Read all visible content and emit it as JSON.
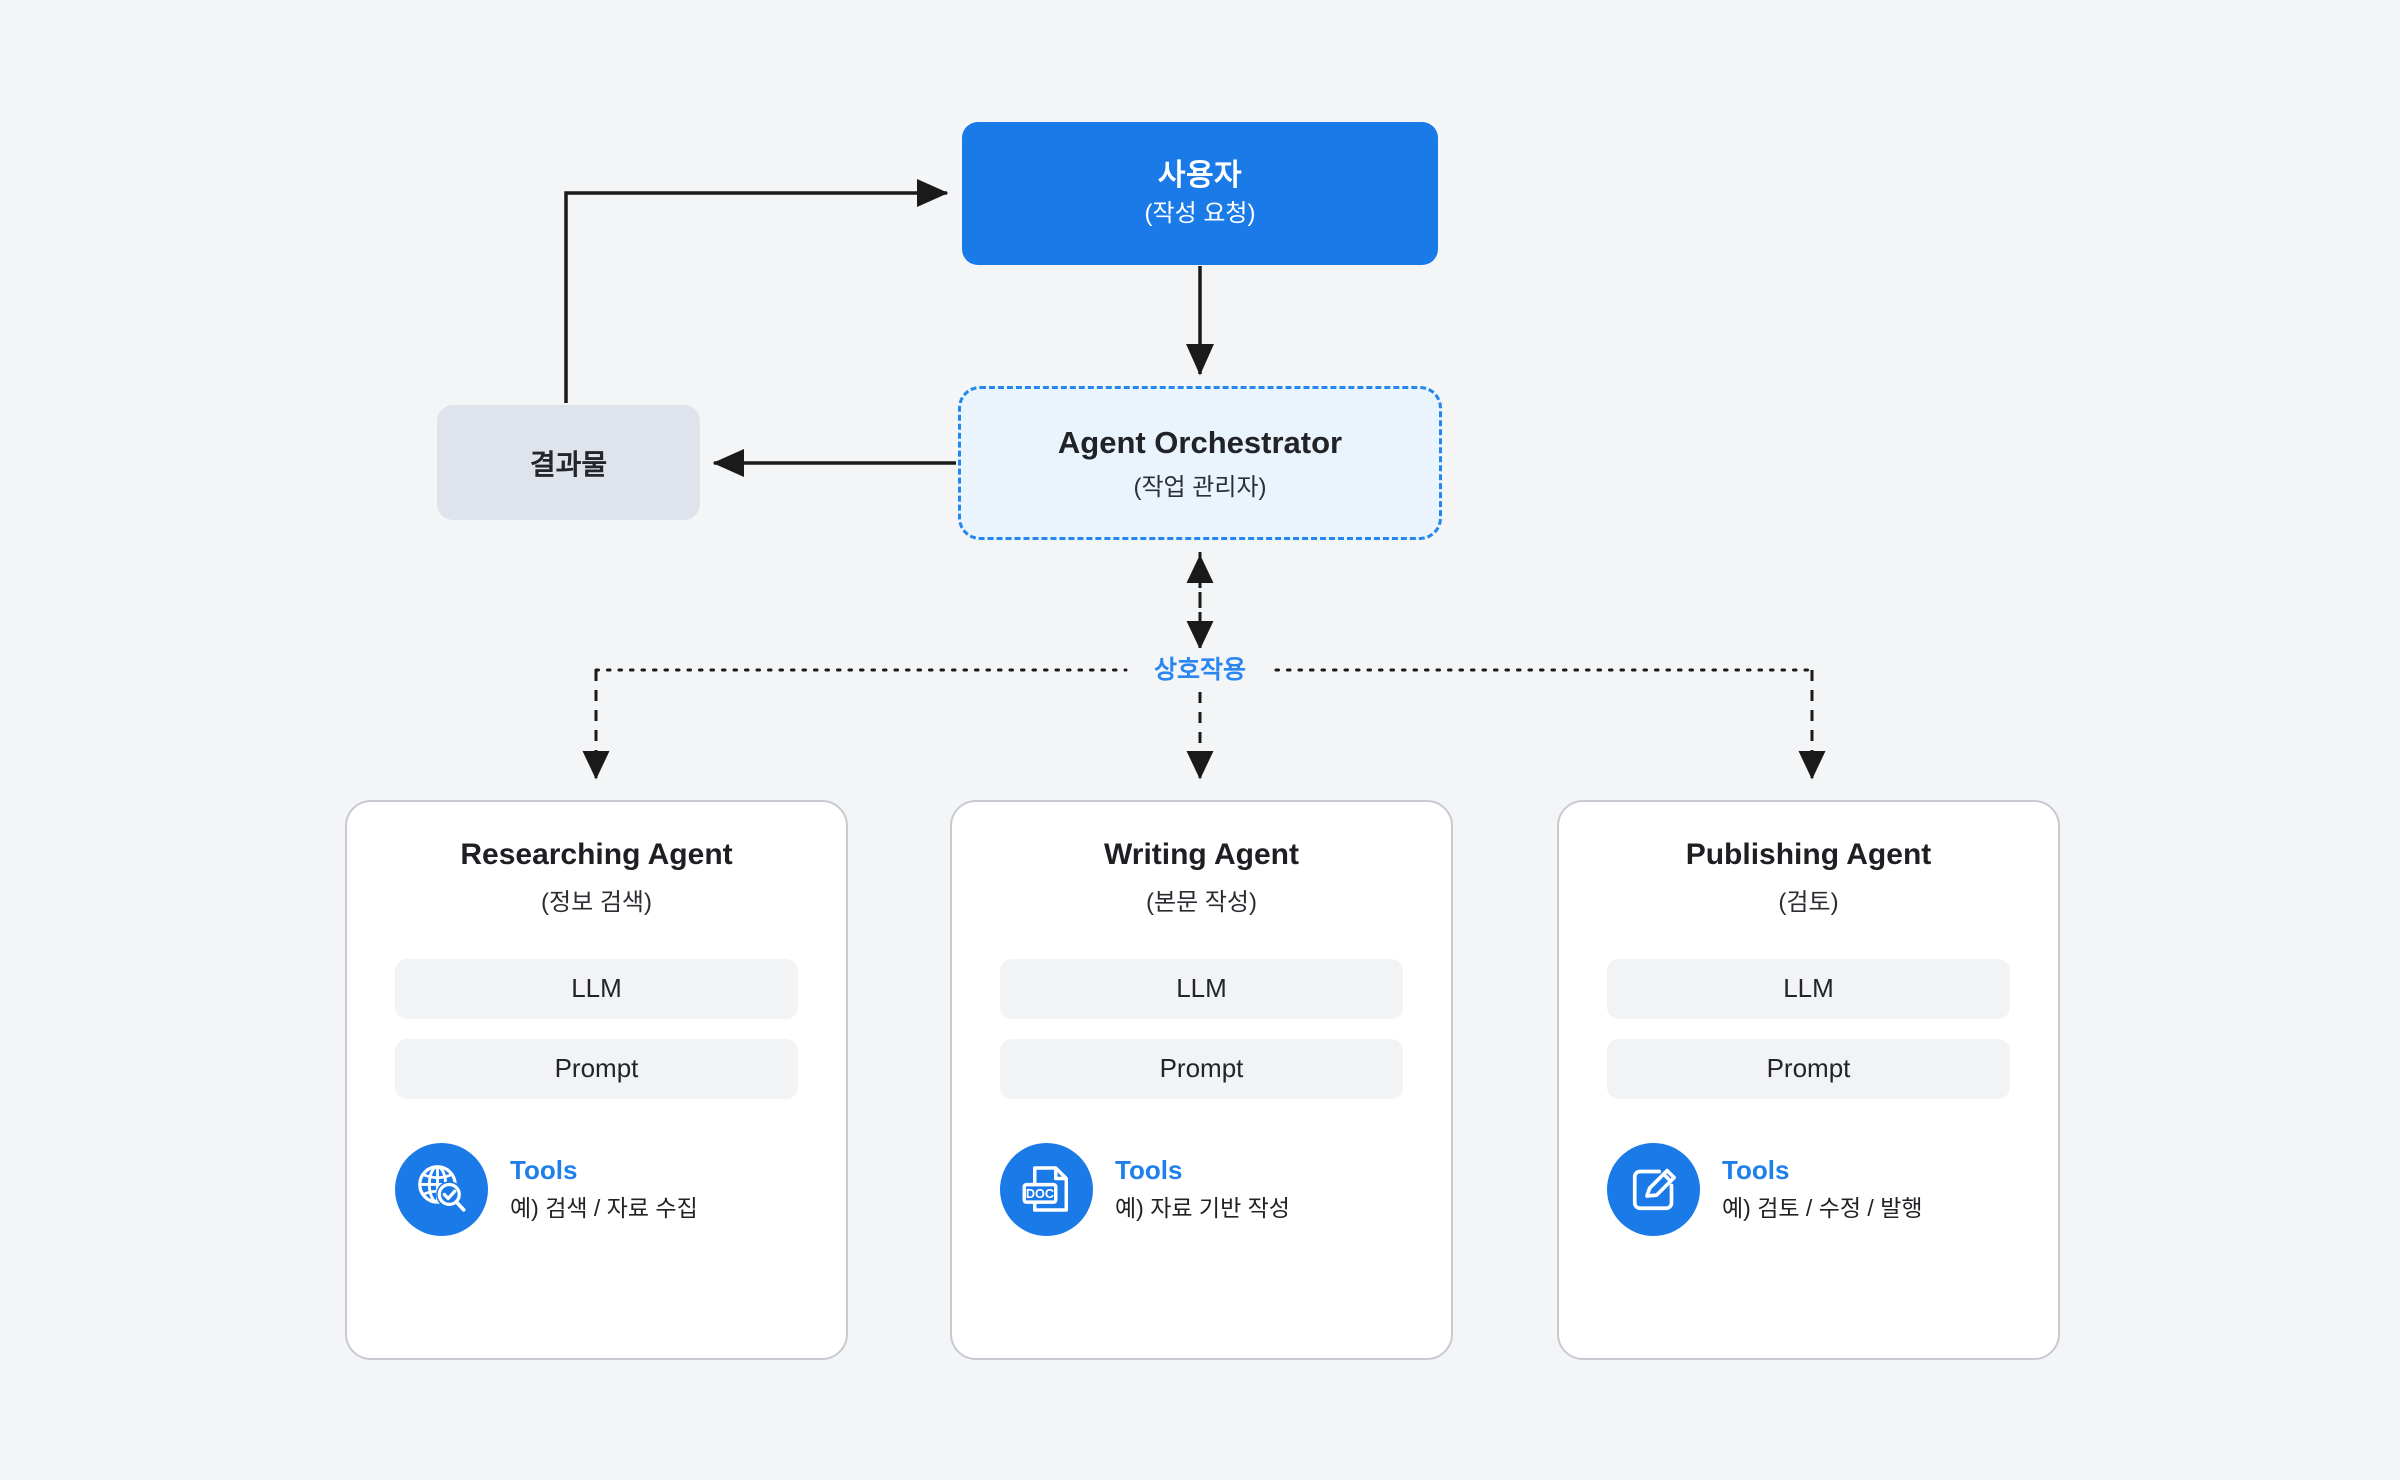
{
  "diagram": {
    "background_color": "#f4f5f7",
    "accent_color": "#1a7ae8",
    "user_node": {
      "title": "사용자",
      "subtitle": "(작성 요청)",
      "fill": "#1a7ae8",
      "text_color": "#ffffff"
    },
    "orchestrator_node": {
      "title": "Agent Orchestrator",
      "subtitle": "(작업 관리자)",
      "fill": "#eaf4fd",
      "border_color": "#2288ee",
      "border_style": "dashed"
    },
    "output_node": {
      "title": "결과물",
      "fill": "#dfe3ec"
    },
    "interaction_label": {
      "text": "상호작용",
      "color": "#2b86f0"
    },
    "agents": [
      {
        "title": "Researching Agent",
        "subtitle": "(정보 검색)",
        "llm_label": "LLM",
        "prompt_label": "Prompt",
        "tools_title": "Tools",
        "tools_desc": "예) 검색 / 자료 수집",
        "icon": "globe-search-check-icon"
      },
      {
        "title": "Writing Agent",
        "subtitle": "(본문 작성)",
        "llm_label": "LLM",
        "prompt_label": "Prompt",
        "tools_title": "Tools",
        "tools_desc": "예) 자료 기반 작성",
        "icon": "doc-file-icon"
      },
      {
        "title": "Publishing Agent",
        "subtitle": "(검토)",
        "llm_label": "LLM",
        "prompt_label": "Prompt",
        "tools_title": "Tools",
        "tools_desc": "예) 검토 / 수정 / 발행",
        "icon": "edit-pencil-square-icon"
      }
    ],
    "connectors": [
      {
        "name": "user-to-orchestrator",
        "style": "solid",
        "direction": "down"
      },
      {
        "name": "orchestrator-to-output",
        "style": "solid",
        "direction": "left"
      },
      {
        "name": "output-to-user-feedback",
        "style": "solid",
        "direction": "up-right"
      },
      {
        "name": "orchestrator-to-agents-bus",
        "style": "dotted",
        "direction": "bidirectional"
      }
    ]
  }
}
